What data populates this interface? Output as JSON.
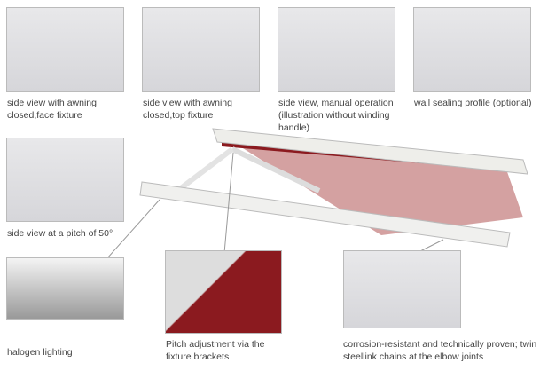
{
  "captions": {
    "face_fixture": "side view with awning closed,face fixture",
    "top_fixture": "side view with awning closed,top fixture",
    "manual": "side view, manual operation (illustration without winding handle)",
    "wall_sealing": "wall sealing profile (optional)",
    "pitch50": "side view at a pitch of 50°",
    "halogen": "halogen lighting",
    "pitch_adjust": "Pitch adjustment via the fixture brackets",
    "corrosion": "corrosion-resistant and technically proven; twin steellink chains at the elbow joints"
  },
  "colors": {
    "awning": "#8b1a1f",
    "frame": "#f2f2ee"
  }
}
